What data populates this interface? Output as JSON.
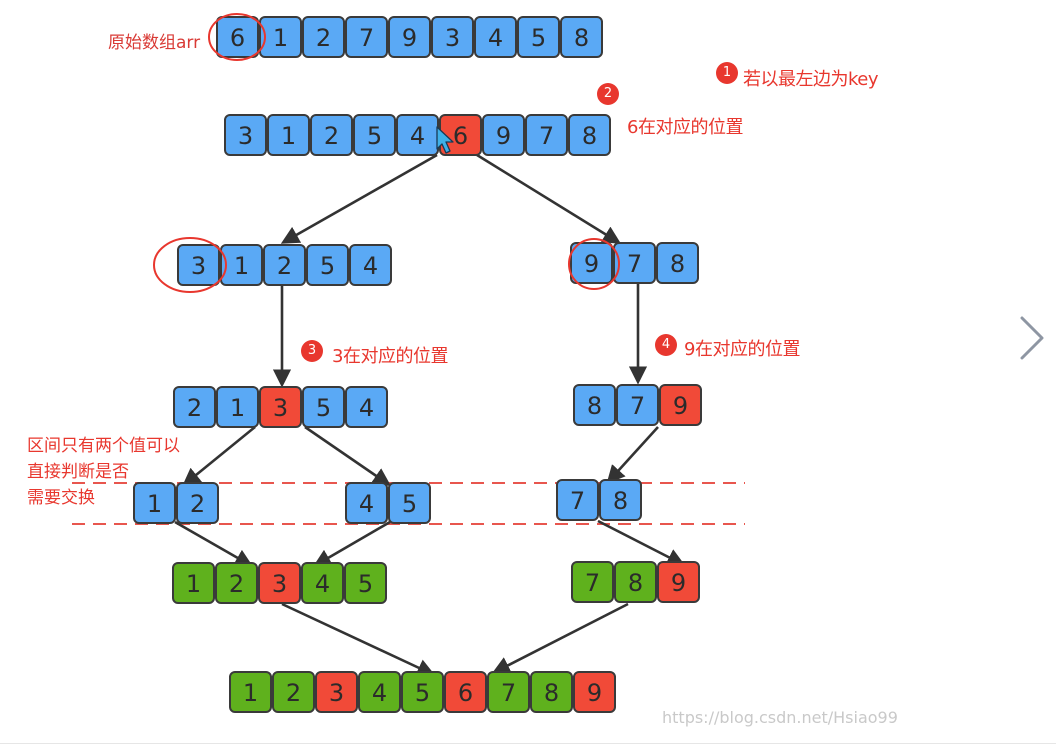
{
  "caption": "原始数组arr",
  "annotations": {
    "step1": {
      "num": "1",
      "text": "若以最左边为key"
    },
    "step2": {
      "num": "2",
      "text": "6在对应的位置"
    },
    "step3": {
      "num": "3",
      "text": "3在对应的位置"
    },
    "step4": {
      "num": "4",
      "text": "9在对应的位置"
    }
  },
  "note_lines": [
    "区间只有两个值可以",
    "直接判断是否",
    "需要交换"
  ],
  "watermark": "https://blog.csdn.net/Hsiao99",
  "colors": {
    "blue": "#5aa9f5",
    "red": "#f14a38",
    "green": "#5fb11d",
    "annotation": "#e8372e"
  },
  "rows": [
    {
      "id": "original",
      "cells": [
        [
          "6",
          "blue"
        ],
        [
          "1",
          "blue"
        ],
        [
          "2",
          "blue"
        ],
        [
          "7",
          "blue"
        ],
        [
          "9",
          "blue"
        ],
        [
          "3",
          "blue"
        ],
        [
          "4",
          "blue"
        ],
        [
          "5",
          "blue"
        ],
        [
          "8",
          "blue"
        ]
      ]
    },
    {
      "id": "after-first-pass",
      "cells": [
        [
          "3",
          "blue"
        ],
        [
          "1",
          "blue"
        ],
        [
          "2",
          "blue"
        ],
        [
          "5",
          "blue"
        ],
        [
          "4",
          "blue"
        ],
        [
          "6",
          "red"
        ],
        [
          "9",
          "blue"
        ],
        [
          "7",
          "blue"
        ],
        [
          "8",
          "blue"
        ]
      ]
    },
    {
      "id": "left-sub",
      "cells": [
        [
          "3",
          "blue"
        ],
        [
          "1",
          "blue"
        ],
        [
          "2",
          "blue"
        ],
        [
          "5",
          "blue"
        ],
        [
          "4",
          "blue"
        ]
      ]
    },
    {
      "id": "right-sub",
      "cells": [
        [
          "9",
          "blue"
        ],
        [
          "7",
          "blue"
        ],
        [
          "8",
          "blue"
        ]
      ]
    },
    {
      "id": "left-partitioned",
      "cells": [
        [
          "2",
          "blue"
        ],
        [
          "1",
          "blue"
        ],
        [
          "3",
          "red"
        ],
        [
          "5",
          "blue"
        ],
        [
          "4",
          "blue"
        ]
      ]
    },
    {
      "id": "right-partitioned",
      "cells": [
        [
          "8",
          "blue"
        ],
        [
          "7",
          "blue"
        ],
        [
          "9",
          "red"
        ]
      ]
    },
    {
      "id": "pair-1-2",
      "cells": [
        [
          "1",
          "blue"
        ],
        [
          "2",
          "blue"
        ]
      ]
    },
    {
      "id": "pair-4-5",
      "cells": [
        [
          "4",
          "blue"
        ],
        [
          "5",
          "blue"
        ]
      ]
    },
    {
      "id": "pair-7-8",
      "cells": [
        [
          "7",
          "blue"
        ],
        [
          "8",
          "blue"
        ]
      ]
    },
    {
      "id": "left-sorted",
      "cells": [
        [
          "1",
          "green"
        ],
        [
          "2",
          "green"
        ],
        [
          "3",
          "red"
        ],
        [
          "4",
          "green"
        ],
        [
          "5",
          "green"
        ]
      ]
    },
    {
      "id": "right-sorted",
      "cells": [
        [
          "7",
          "green"
        ],
        [
          "8",
          "green"
        ],
        [
          "9",
          "red"
        ]
      ]
    },
    {
      "id": "final-sorted",
      "cells": [
        [
          "1",
          "green"
        ],
        [
          "2",
          "green"
        ],
        [
          "3",
          "red"
        ],
        [
          "4",
          "green"
        ],
        [
          "5",
          "green"
        ],
        [
          "6",
          "red"
        ],
        [
          "7",
          "green"
        ],
        [
          "8",
          "green"
        ],
        [
          "9",
          "red"
        ]
      ]
    }
  ]
}
